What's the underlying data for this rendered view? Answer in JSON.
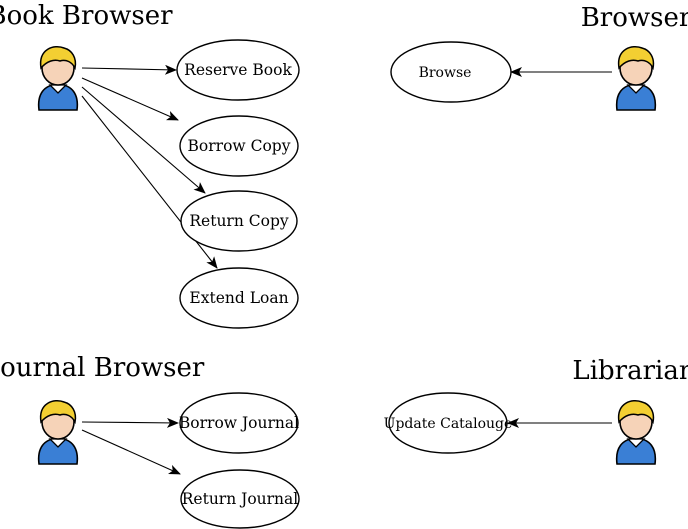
{
  "actors": [
    {
      "id": "book-browser",
      "label": "Book Browser"
    },
    {
      "id": "browser",
      "label": "Browser"
    },
    {
      "id": "journal-browser",
      "label": "Journal Browser"
    },
    {
      "id": "librarian",
      "label": "Librarian"
    }
  ],
  "use_cases": [
    {
      "id": "reserve-book",
      "label": "Reserve Book"
    },
    {
      "id": "borrow-copy",
      "label": "Borrow Copy"
    },
    {
      "id": "return-copy",
      "label": "Return Copy"
    },
    {
      "id": "extend-loan",
      "label": "Extend Loan"
    },
    {
      "id": "browse",
      "label": "Browse"
    },
    {
      "id": "borrow-journal",
      "label": "Borrow Journal"
    },
    {
      "id": "return-journal",
      "label": "Return Journal"
    },
    {
      "id": "update-catalouge",
      "label": "Update Catalouge"
    }
  ],
  "associations": [
    {
      "from": "book-browser",
      "to": "reserve-book"
    },
    {
      "from": "book-browser",
      "to": "borrow-copy"
    },
    {
      "from": "book-browser",
      "to": "return-copy"
    },
    {
      "from": "book-browser",
      "to": "extend-loan"
    },
    {
      "from": "browser",
      "to": "browse"
    },
    {
      "from": "journal-browser",
      "to": "borrow-journal"
    },
    {
      "from": "journal-browser",
      "to": "return-journal"
    },
    {
      "from": "librarian",
      "to": "update-catalouge"
    }
  ],
  "colors": {
    "hair": "#f3cf32",
    "skin": "#f6d3b8",
    "shirt": "#3a7fd5",
    "outline": "#000000"
  }
}
